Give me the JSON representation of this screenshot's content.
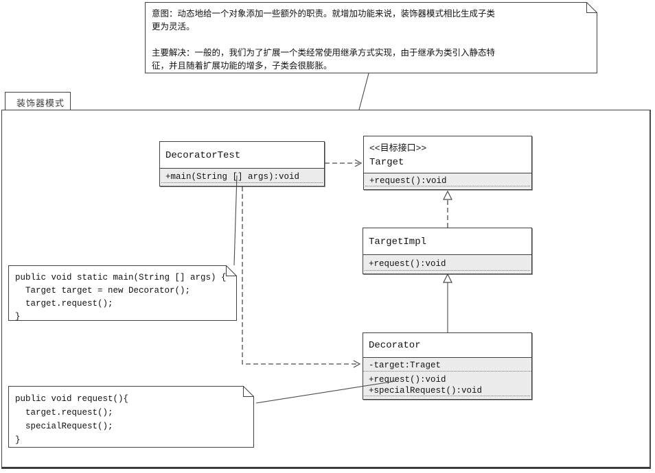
{
  "frame": {
    "title": "装饰器模式"
  },
  "intent_note": {
    "text": "意图：动态地给一个对象添加一些额外的职责。就增加功能来说，装饰器模式相比生成子类\n更为灵活。\n\n主要解决：一般的，我们为了扩展一个类经常使用继承方式实现，由于继承为类引入静态特\n征，并且随着扩展功能的增多，子类会很膨胀。"
  },
  "classes": {
    "decorator_test": {
      "name": "DecoratorTest",
      "methods": [
        "+main(String [] args):void"
      ]
    },
    "target": {
      "stereotype": "<<目标接口>>",
      "name": "Target",
      "methods": [
        "+request():void"
      ]
    },
    "target_impl": {
      "name": "TargetImpl",
      "methods": [
        "+request():void"
      ]
    },
    "decorator": {
      "name": "Decorator",
      "attributes": [
        "-target:Traget"
      ],
      "methods": [
        "+request():void",
        "+specialRequest():void"
      ]
    }
  },
  "code_notes": {
    "main_method": {
      "text": "public void static main(String [] args) {\n  Target target = new Decorator();\n  target.request();\n}"
    },
    "request_method": {
      "text": "public void request(){\n  target.request();\n  specialRequest();\n}"
    }
  },
  "relationships": [
    {
      "from": "DecoratorTest",
      "to": "Target",
      "type": "dependency",
      "line": "dashed",
      "arrow": "open"
    },
    {
      "from": "DecoratorTest",
      "to": "Decorator",
      "type": "dependency",
      "line": "dashed",
      "arrow": "open"
    },
    {
      "from": "TargetImpl",
      "to": "Target",
      "type": "realization",
      "line": "dashed",
      "arrow": "hollow-triangle"
    },
    {
      "from": "Decorator",
      "to": "TargetImpl",
      "type": "generalization",
      "line": "solid",
      "arrow": "hollow-triangle"
    }
  ],
  "colors": {
    "border": "#3f3f3f",
    "compartment_fill": "#ececec",
    "background": "#ffffff"
  }
}
